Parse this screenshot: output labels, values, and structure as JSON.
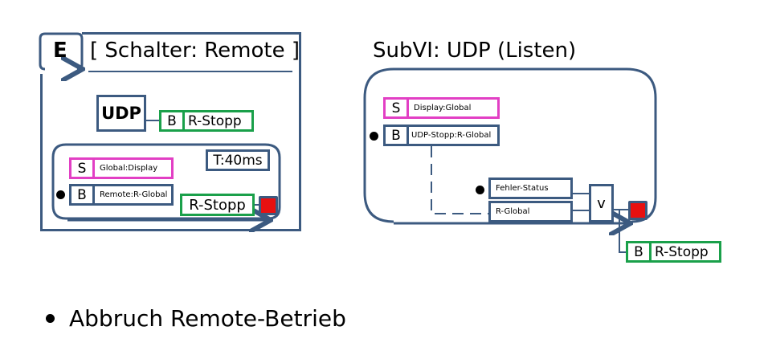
{
  "left_diagram": {
    "event_tab": "E",
    "case_label": "[ Schalter: Remote ]",
    "udp_block": "UDP",
    "udp_output": {
      "type": "B",
      "label": "R-Stopp"
    },
    "loop": {
      "timer": "T:40ms",
      "rows": [
        {
          "type": "S",
          "label": "Global:Display"
        },
        {
          "type": "B",
          "label": "Remote:R-Global"
        }
      ],
      "stop_input": "R-Stopp"
    }
  },
  "right_diagram": {
    "title": "SubVI: UDP (Listen)",
    "rows": [
      {
        "type": "S",
        "label": "Display:Global"
      },
      {
        "type": "B",
        "label": "UDP-Stopp:R-Global"
      }
    ],
    "inputs": [
      "Fehler-Status",
      "R-Global"
    ],
    "or_gate": "v",
    "output": {
      "type": "B",
      "label": "R-Stopp"
    }
  },
  "bullet": "Abbruch Remote-Betrieb",
  "colors": {
    "frame": "#3c5a80",
    "shared_variable": "#e23fc4",
    "boolean_output": "#1aa04a",
    "stop": "#e81010"
  }
}
